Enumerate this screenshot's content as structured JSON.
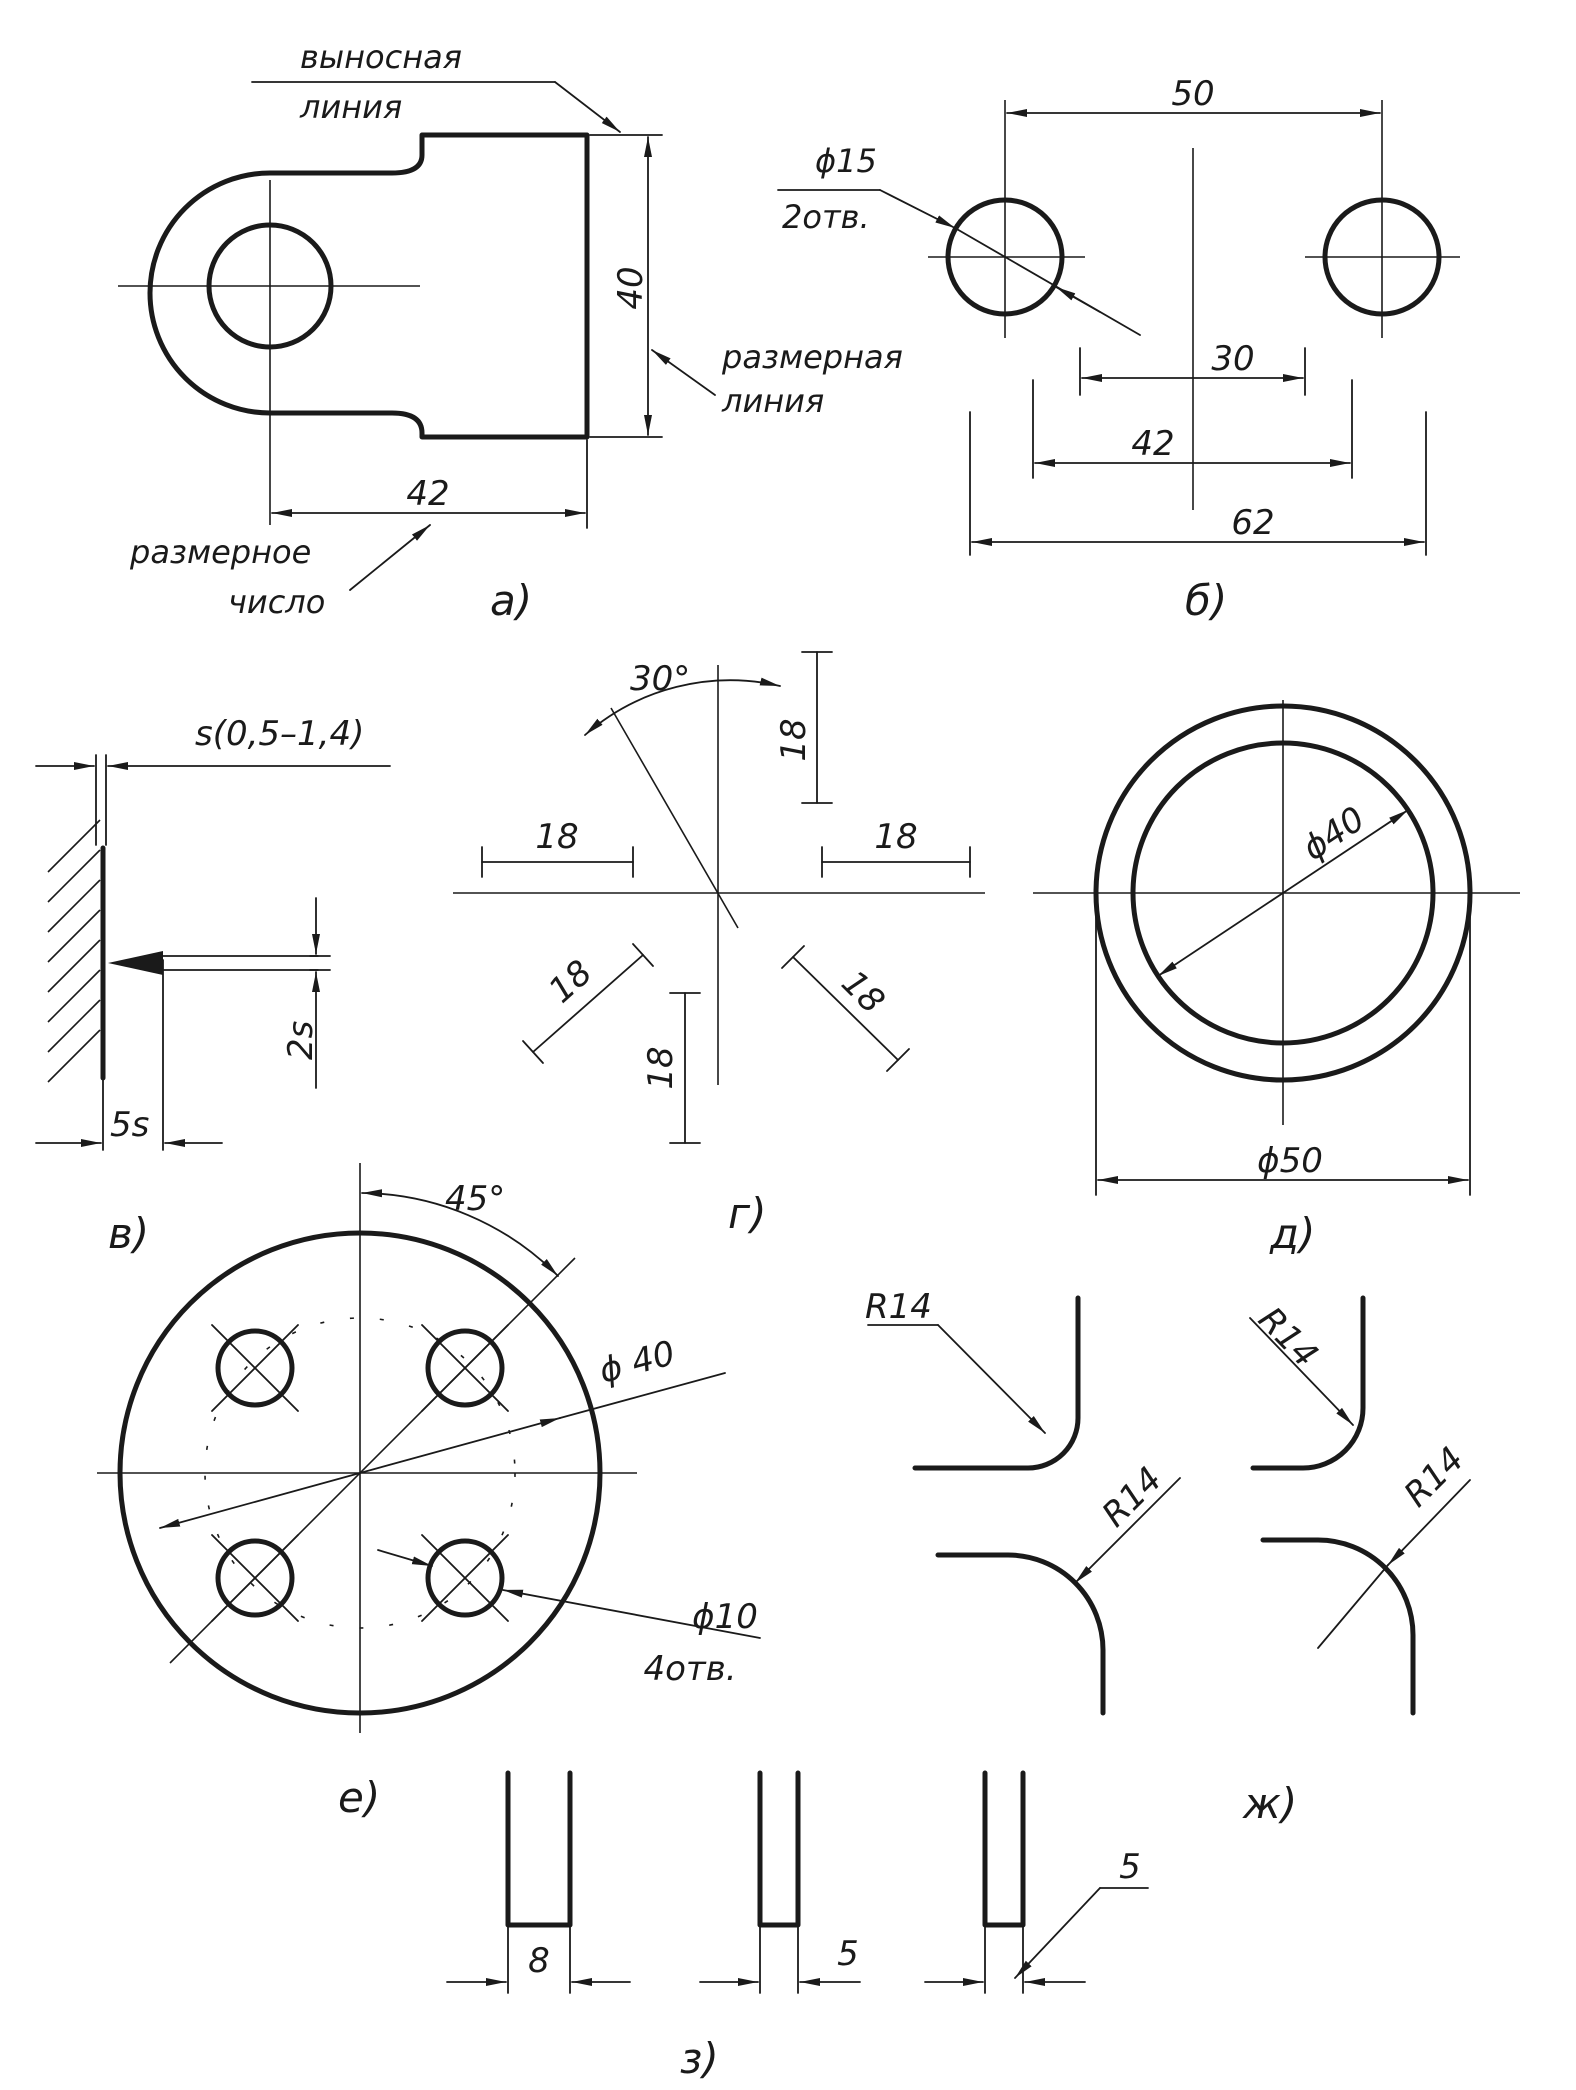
{
  "figure_a": {
    "label_extension_line_1": "выносная",
    "label_extension_line_2": "линия",
    "label_dimension_line_1": "размерная",
    "label_dimension_line_2": "линия",
    "label_dimension_number_1": "размерное",
    "label_dimension_number_2": "число",
    "dim_height": "40",
    "dim_width": "42",
    "caption": "а)"
  },
  "figure_b": {
    "dim_50": "50",
    "dim_hole_diam": "ϕ15",
    "dim_hole_count": "2отв.",
    "dim_30": "30",
    "dim_42": "42",
    "dim_62": "62",
    "caption": "б)"
  },
  "figure_v": {
    "dim_thickness": "s(0,5–1,4)",
    "dim_2s": "2s",
    "dim_5s": "5s",
    "caption": "в)"
  },
  "figure_g": {
    "dim_angle": "30°",
    "dim_top_vertical": "18",
    "dim_left_horizontal": "18",
    "dim_right_horizontal": "18",
    "dim_left_diagonal": "18",
    "dim_right_diagonal": "18",
    "dim_bottom_vertical": "18",
    "caption": "г)"
  },
  "figure_d": {
    "dim_inner": "ϕ40",
    "dim_outer": "ϕ50",
    "caption": "д)"
  },
  "figure_e": {
    "dim_angle": "45°",
    "dim_bolt_circle": "ϕ 40",
    "dim_hole_diam": "ϕ10",
    "dim_hole_count": "4отв.",
    "caption": "е)"
  },
  "figure_zh": {
    "radius_1": "R14",
    "radius_2": "R14",
    "radius_3": "R14",
    "radius_4": "R14",
    "caption": "ж)"
  },
  "figure_z": {
    "dim_wide": "8",
    "dim_medium": "5",
    "dim_narrow": "5",
    "caption": "з)"
  }
}
